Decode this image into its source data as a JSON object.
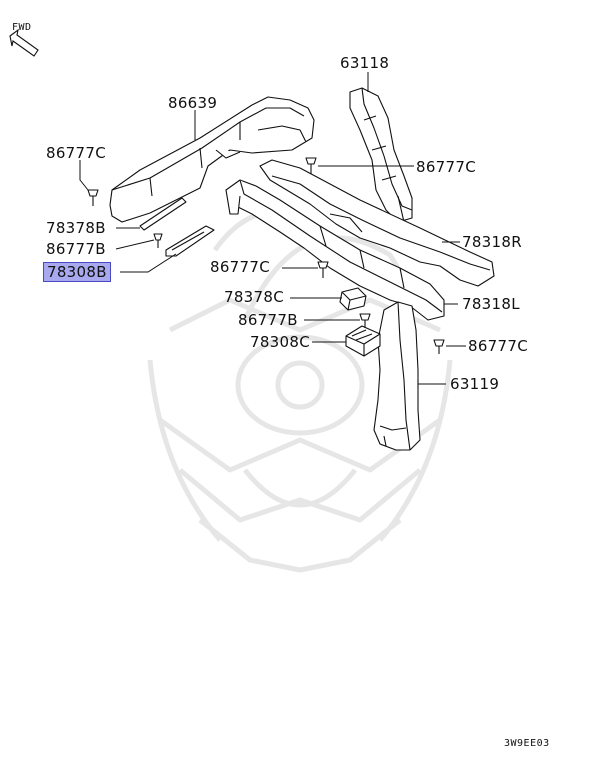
{
  "direction_label": "FWD",
  "diagram_code": "3W9EE03",
  "highlight_color": "#a9a9f0",
  "watermark_icon": "samurai-helmet-watermark",
  "parts": [
    {
      "key": "p66639",
      "number": "86639",
      "highlighted": false
    },
    {
      "key": "p63118",
      "number": "63118",
      "highlighted": false
    },
    {
      "key": "p86777c_a",
      "number": "86777C",
      "highlighted": false
    },
    {
      "key": "p86777c_b",
      "number": "86777C",
      "highlighted": false
    },
    {
      "key": "p78378b",
      "number": "78378B",
      "highlighted": false
    },
    {
      "key": "p86777b_a",
      "number": "86777B",
      "highlighted": false
    },
    {
      "key": "p78308b",
      "number": "78308B",
      "highlighted": true
    },
    {
      "key": "p78318r",
      "number": "78318R",
      "highlighted": false
    },
    {
      "key": "p86777c_c",
      "number": "86777C",
      "highlighted": false
    },
    {
      "key": "p78378c",
      "number": "78378C",
      "highlighted": false
    },
    {
      "key": "p78318l",
      "number": "78318L",
      "highlighted": false
    },
    {
      "key": "p86777b_b",
      "number": "86777B",
      "highlighted": false
    },
    {
      "key": "p78308c",
      "number": "78308C",
      "highlighted": false
    },
    {
      "key": "p86777c_d",
      "number": "86777C",
      "highlighted": false
    },
    {
      "key": "p63119",
      "number": "63119",
      "highlighted": false
    }
  ]
}
